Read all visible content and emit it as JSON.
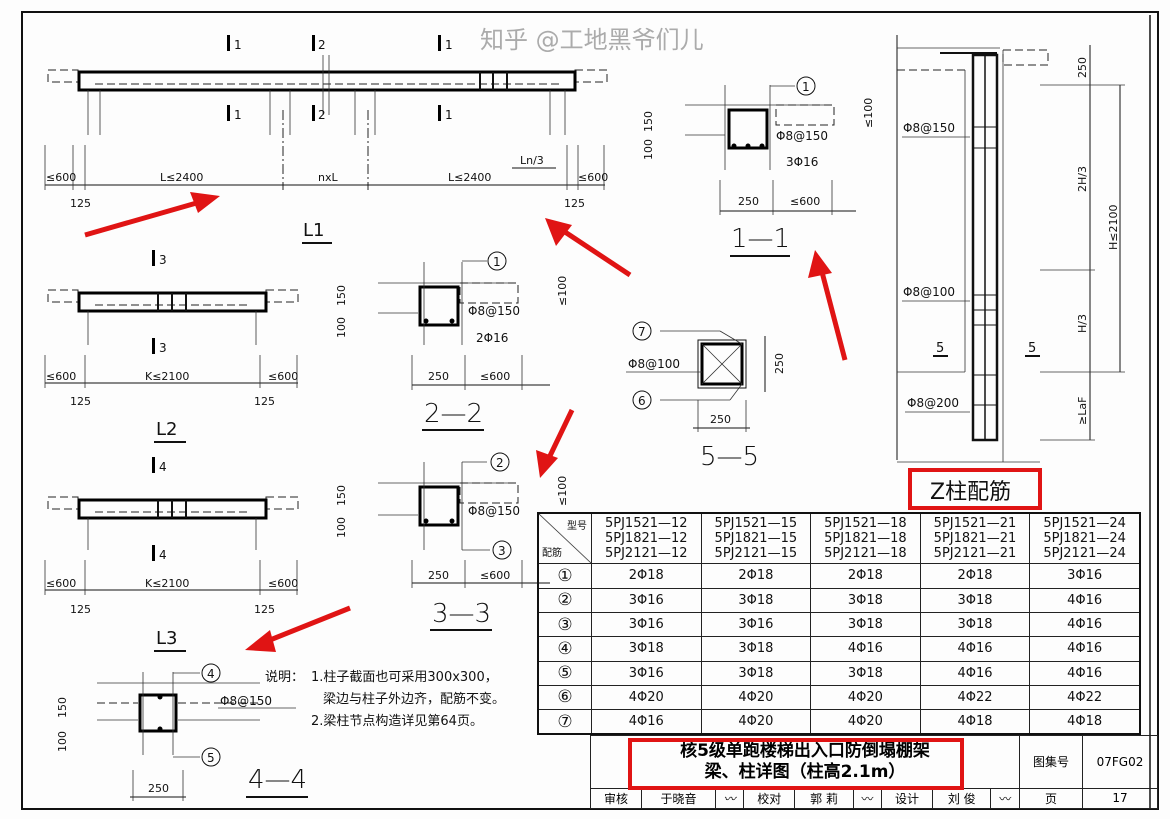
{
  "drawing": {
    "l1": {
      "title": "L1",
      "sec_top": [
        "1",
        "2",
        "1"
      ],
      "sec_bottom": [
        "1",
        "2",
        "1"
      ],
      "dims": [
        "≤600",
        "L≤2400",
        "nxL",
        "L≤2400",
        "≤600"
      ],
      "dim_125": "125",
      "ln3": "Ln/3"
    },
    "l2": {
      "title": "L2",
      "sec": "3",
      "dims": [
        "≤600",
        "K≤2100",
        "≤600"
      ],
      "dim_125": "125"
    },
    "l3": {
      "title": "L3",
      "sec": "4",
      "dims": [
        "≤600",
        "K≤2100",
        "≤600"
      ],
      "dim_125": "125"
    },
    "s11": {
      "title": "1—1",
      "marker": "1",
      "stirrup": "Φ8@150",
      "bars": "3Φ16",
      "dims": [
        "150",
        "100",
        "250",
        "≤600",
        "≤100"
      ]
    },
    "s22": {
      "title": "2—2",
      "marker": "1",
      "stirrup": "Φ8@150",
      "bars": "2Φ16",
      "dims": [
        "150",
        "100",
        "250",
        "≤600",
        "≤100"
      ]
    },
    "s33": {
      "title": "3—3",
      "marker_top": "2",
      "marker_bottom": "3",
      "stirrup": "Φ8@150",
      "dims": [
        "150",
        "100",
        "250",
        "≤600",
        "≤100"
      ]
    },
    "s44": {
      "title": "4—4",
      "marker_top": "4",
      "marker_bottom": "5",
      "stirrup": "Φ8@150",
      "dims": [
        "150",
        "100",
        "250"
      ]
    },
    "s55": {
      "title": "5—5",
      "marker_top": "7",
      "marker_bottom": "6",
      "stirrup": "Φ8@100",
      "dims": [
        "250",
        "250"
      ]
    },
    "zcol": {
      "title": "Z柱配筋",
      "stirrups": [
        "Φ8@150",
        "Φ8@100",
        "Φ8@200"
      ],
      "sec": "5",
      "dims": [
        "250",
        "2H/3",
        "H/3",
        "≥LaF",
        "H≤2100"
      ]
    },
    "notes": {
      "label": "说明：",
      "lines": [
        "1.柱子截面也可采用300x300，",
        "梁边与柱子外边齐，配筋不变。",
        "2.梁柱节点构造详见第64页。"
      ]
    }
  },
  "table": {
    "corner_top": "型号",
    "corner_bottom": "配筋",
    "columns": [
      [
        "5PJ1521—12",
        "5PJ1821—12",
        "5PJ2121—12"
      ],
      [
        "5PJ1521—15",
        "5PJ1821—15",
        "5PJ2121—15"
      ],
      [
        "5PJ1521—18",
        "5PJ1821—18",
        "5PJ2121—18"
      ],
      [
        "5PJ1521—21",
        "5PJ1821—21",
        "5PJ2121—21"
      ],
      [
        "5PJ1521—24",
        "5PJ1821—24",
        "5PJ2121—24"
      ]
    ],
    "rows": [
      {
        "id": "①",
        "v": [
          "2Φ18",
          "2Φ18",
          "2Φ18",
          "2Φ18",
          "3Φ16"
        ]
      },
      {
        "id": "②",
        "v": [
          "3Φ16",
          "3Φ18",
          "3Φ18",
          "3Φ18",
          "4Φ16"
        ]
      },
      {
        "id": "③",
        "v": [
          "3Φ16",
          "3Φ16",
          "3Φ18",
          "3Φ18",
          "4Φ16"
        ]
      },
      {
        "id": "④",
        "v": [
          "3Φ18",
          "3Φ18",
          "4Φ16",
          "4Φ16",
          "4Φ16"
        ]
      },
      {
        "id": "⑤",
        "v": [
          "3Φ16",
          "3Φ18",
          "3Φ18",
          "4Φ16",
          "4Φ16"
        ]
      },
      {
        "id": "⑥",
        "v": [
          "4Φ20",
          "4Φ20",
          "4Φ20",
          "4Φ22",
          "4Φ22"
        ]
      },
      {
        "id": "⑦",
        "v": [
          "4Φ16",
          "4Φ20",
          "4Φ20",
          "4Φ18",
          "4Φ18"
        ]
      }
    ]
  },
  "title_block": {
    "title_line1": "核5级单跑楼梯出入口防倒塌棚架",
    "title_line2": "梁、柱详图（柱高2.1m）",
    "atlas_label": "图集号",
    "atlas_no": "07FG02",
    "review_label": "审核",
    "reviewer": "于晓音",
    "check_label": "校对",
    "checker": "郭 莉",
    "design_label": "设计",
    "designer": "刘 俊",
    "page_label": "页",
    "page_no": "17"
  },
  "watermark": "知乎 @工地黑爷们儿",
  "colors": {
    "highlight": "#e01414",
    "ink": "#111111"
  }
}
